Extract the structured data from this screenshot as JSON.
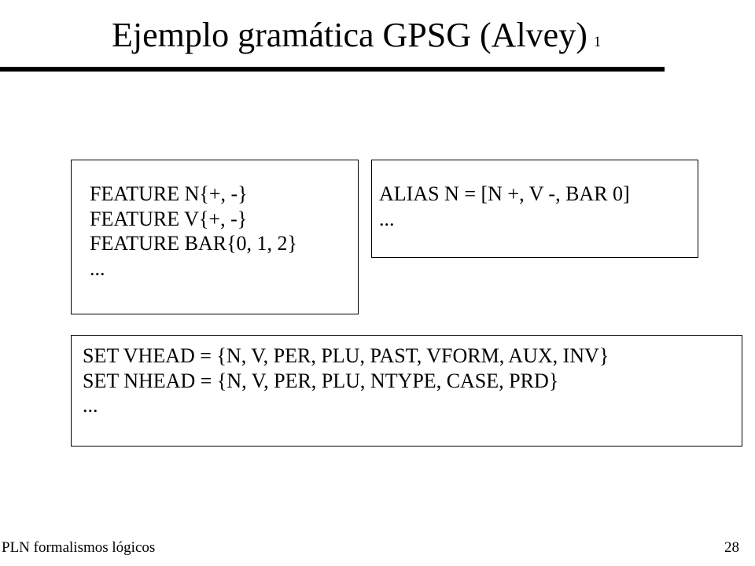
{
  "slide": {
    "title": "Ejemplo gramática GPSG (Alvey)",
    "title_number": "1"
  },
  "boxes": {
    "features": {
      "lines": [
        "FEATURE N{+, -}",
        "FEATURE V{+, -}",
        "FEATURE BAR{0, 1, 2}",
        "..."
      ]
    },
    "alias": {
      "lines": [
        "ALIAS N = [N +, V -, BAR 0]",
        "..."
      ]
    },
    "sets": {
      "lines": [
        "SET VHEAD = {N, V, PER, PLU, PAST, VFORM, AUX, INV}",
        "SET NHEAD = {N, V, PER, PLU, NTYPE, CASE, PRD}",
        "..."
      ]
    }
  },
  "footer": {
    "left": "PLN  formalismos lógicos",
    "page_number": "28"
  }
}
